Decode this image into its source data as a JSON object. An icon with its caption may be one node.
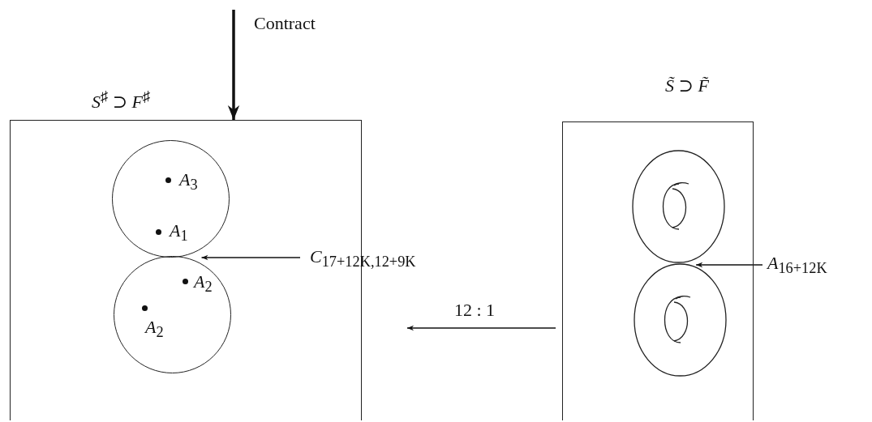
{
  "diagram": {
    "nodes": [
      {
        "text": [
          "*S*$^{♯}$ ⊃ *F*$^{♯}$"
        ]
      },
      {
        "text": [
          "*A*$_{3}$",
          "*A*$_{1}$"
        ],
        "in": 0
      },
      {
        "text": [
          "*A*$_{2}$",
          "*A*$_{2}$"
        ],
        "in": 0
      },
      {
        "text": [
          "*C*$_{17+12K,12+9K}$"
        ]
      },
      {
        "text": [
          "*S̃* ⊃ *F̃*"
        ]
      },
      {
        "text": [],
        "shape": "torus",
        "in": 4
      },
      {
        "text": [],
        "shape": "torus",
        "in": 4
      },
      {
        "text": [
          "*A*$_{16+12K}$"
        ]
      }
    ],
    "edges": [
      {
        "from": null,
        "to": 0,
        "arrow": "to",
        "label": "Contract",
        "style": "thick"
      },
      {
        "from": 3,
        "to": 1,
        "arrow": "to"
      },
      {
        "from": 4,
        "to": 0,
        "arrow": "to",
        "label": "12 : 1"
      },
      {
        "from": 7,
        "to": 6,
        "arrow": "to"
      }
    ]
  }
}
